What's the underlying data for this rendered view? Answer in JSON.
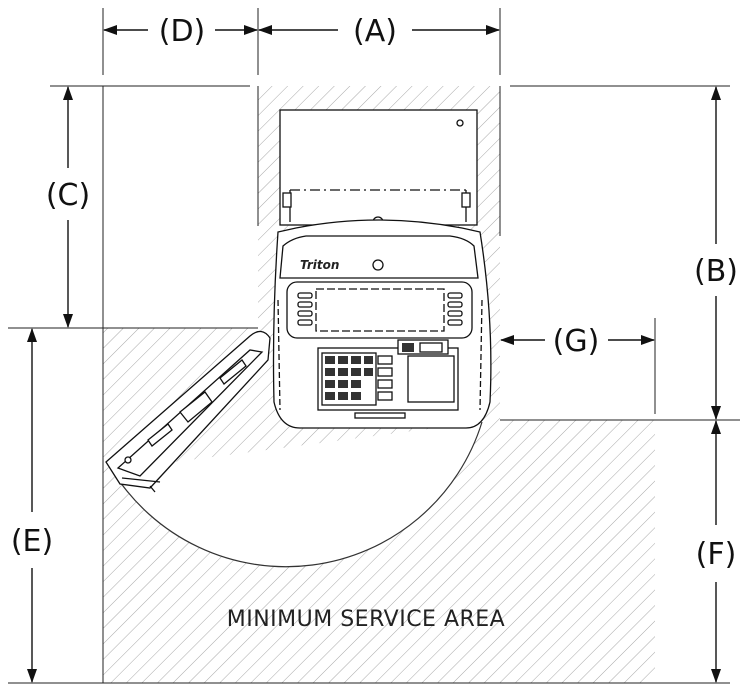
{
  "dimensions": {
    "a": "(A)",
    "b": "(B)",
    "c": "(C)",
    "d": "(D)",
    "e": "(E)",
    "f": "(F)",
    "g": "(G)"
  },
  "area_label": "MINIMUM SERVICE AREA",
  "brand": "Triton",
  "colors": {
    "line": "#111111",
    "hatch": "#9a9a9a"
  }
}
